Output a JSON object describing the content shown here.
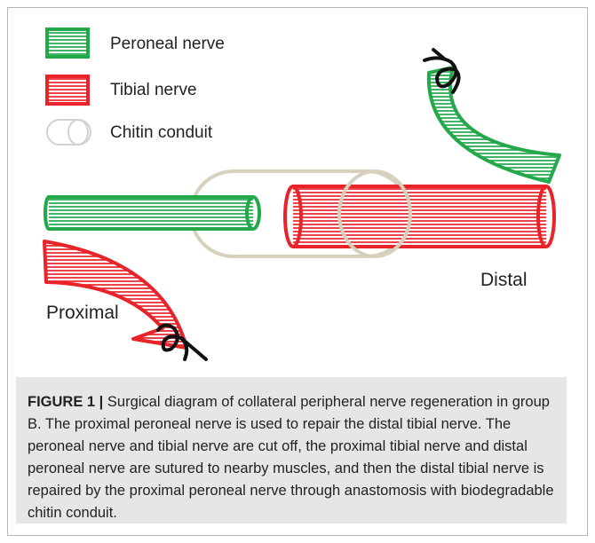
{
  "legend": {
    "peroneal": "Peroneal nerve",
    "tibial": "Tibial nerve",
    "conduit": "Chitin conduit"
  },
  "labels": {
    "proximal": "Proximal",
    "distal": "Distal"
  },
  "caption": {
    "title": "FIGURE 1 |",
    "text": "Surgical diagram of collateral peripheral nerve regeneration in group B. The proximal peroneal nerve is used to repair the distal tibial nerve. The peroneal nerve and tibial nerve are cut off, the proximal tibial nerve and distal peroneal nerve are sutured to nearby muscles, and then the distal tibial nerve is repaired by the proximal peroneal nerve through anastomosis with biodegradable chitin conduit."
  },
  "colors": {
    "peroneal": "#23a84a",
    "tibial": "#e8232a",
    "conduit": "#d6d0bd",
    "suture": "#111111",
    "caption_bg": "#e6e6e6"
  }
}
